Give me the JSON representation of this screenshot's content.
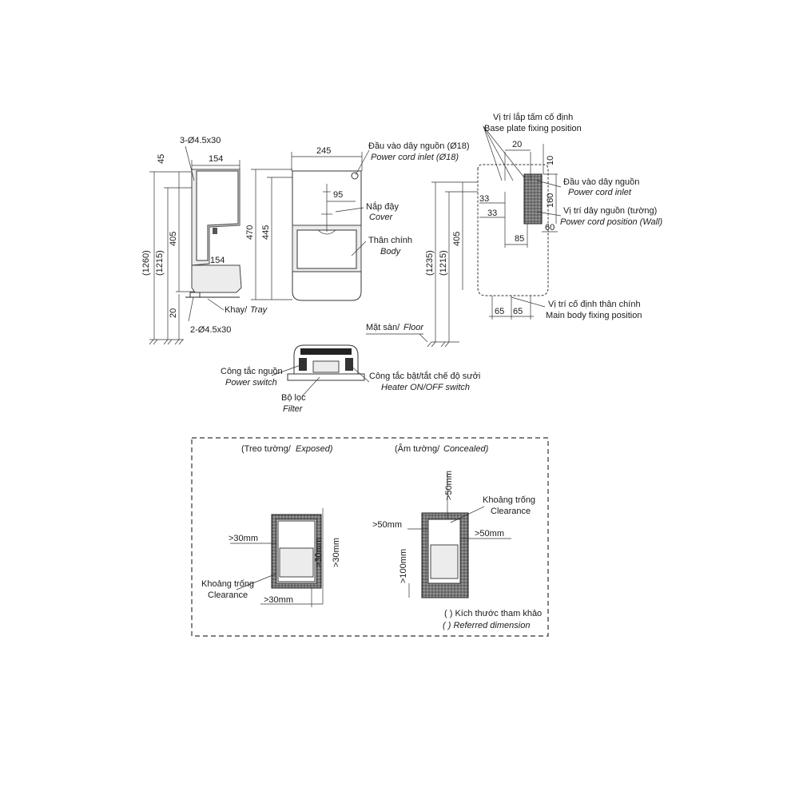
{
  "side_view": {
    "holes_top": "3-Ø4.5x30",
    "dim_45": "45",
    "dim_154_top": "154",
    "dim_1260": "(1260)",
    "dim_1215": "(1215)",
    "dim_405": "405",
    "dim_154_mid": "154",
    "dim_20": "20",
    "tray_vi": "Khay/",
    "tray_en": "Tray",
    "holes_bottom": "2-Ø4.5x30"
  },
  "front_view": {
    "dim_245": "245",
    "dim_470": "470",
    "dim_445": "445",
    "dim_95": "95",
    "power_inlet_vi": "Đầu vào dây nguồn (Ø18)",
    "power_inlet_en": "Power cord inlet (Ø18)",
    "cover_vi": "Nắp đậy",
    "cover_en": "Cover",
    "body_vi": "Thân chính",
    "body_en": "Body",
    "floor_vi": "Mặt sàn/",
    "floor_en": "Floor"
  },
  "rear_view": {
    "base_plate_vi": "Vị trí lắp tấm cố định",
    "base_plate_en": "Base plate fixing position",
    "dim_20": "20",
    "dim_10": "10",
    "dim_33a": "33",
    "dim_33b": "33",
    "dim_160": "160",
    "dim_85": "85",
    "dim_60": "60",
    "dim_1235": "(1235)",
    "dim_1215": "(1215)",
    "dim_405": "405",
    "dim_65a": "65",
    "dim_65b": "65",
    "inlet_vi": "Đầu vào dây nguồn",
    "inlet_en": "Power cord inlet",
    "wall_vi": "Vị trí dây nguồn (tường)",
    "wall_en": "Power cord position (Wall)",
    "main_fix_vi": "Vị trí cố định thân chính",
    "main_fix_en": "Main body fixing position"
  },
  "bottom_view": {
    "power_switch_vi": "Công tắc nguồn",
    "power_switch_en": "Power switch",
    "heater_vi": "Công tắc bật/tắt chế độ sưởi",
    "heater_en": "Heater ON/OFF switch",
    "filter_vi": "Bộ lọc",
    "filter_en": "Filter"
  },
  "installation": {
    "exposed_vi": "(Treo tường/",
    "exposed_en": "Exposed)",
    "concealed_vi": "(Âm tường/",
    "concealed_en": "Concealed)",
    "exp_left": ">30mm",
    "exp_right": ">30mm",
    "exp_bottom": ">30mm",
    "exp_clear_vi": "Khoảng trống",
    "exp_clear_en": "Clearance",
    "con_top": ">50mm",
    "con_left": ">50mm",
    "con_right": ">50mm",
    "con_bottom": ">100mm",
    "con_clear_vi": "Khoảng trống",
    "con_clear_en": "Clearance",
    "ref_vi": "( ) Kích thước tham khảo",
    "ref_en": "( ) Referred dimension"
  }
}
